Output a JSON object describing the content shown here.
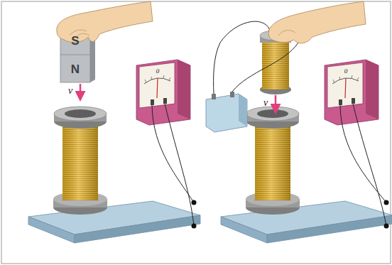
{
  "diagram": {
    "labels": [
      "S",
      "N",
      "v",
      "0",
      "v",
      "0"
    ]
  }
}
